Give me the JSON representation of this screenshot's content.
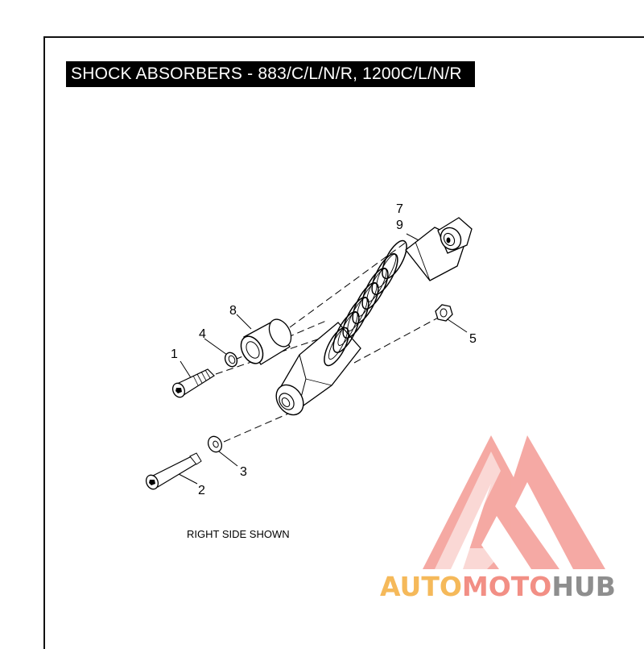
{
  "title": "SHOCK ABSORBERS - 883/C/L/N/R, 1200C/L/N/R",
  "caption": "RIGHT SIDE SHOWN",
  "callouts": {
    "c1": "1",
    "c2": "2",
    "c3": "3",
    "c4": "4",
    "c5": "5",
    "c7": "7",
    "c8": "8",
    "c9": "9"
  },
  "watermark": {
    "part1": "AUTO",
    "part2": "MOTO",
    "part3": "HUB",
    "colors": {
      "auto": "#f5b95a",
      "moto": "#f28f85",
      "hub": "#8e8e8e",
      "mark": "#f4a09a"
    }
  }
}
